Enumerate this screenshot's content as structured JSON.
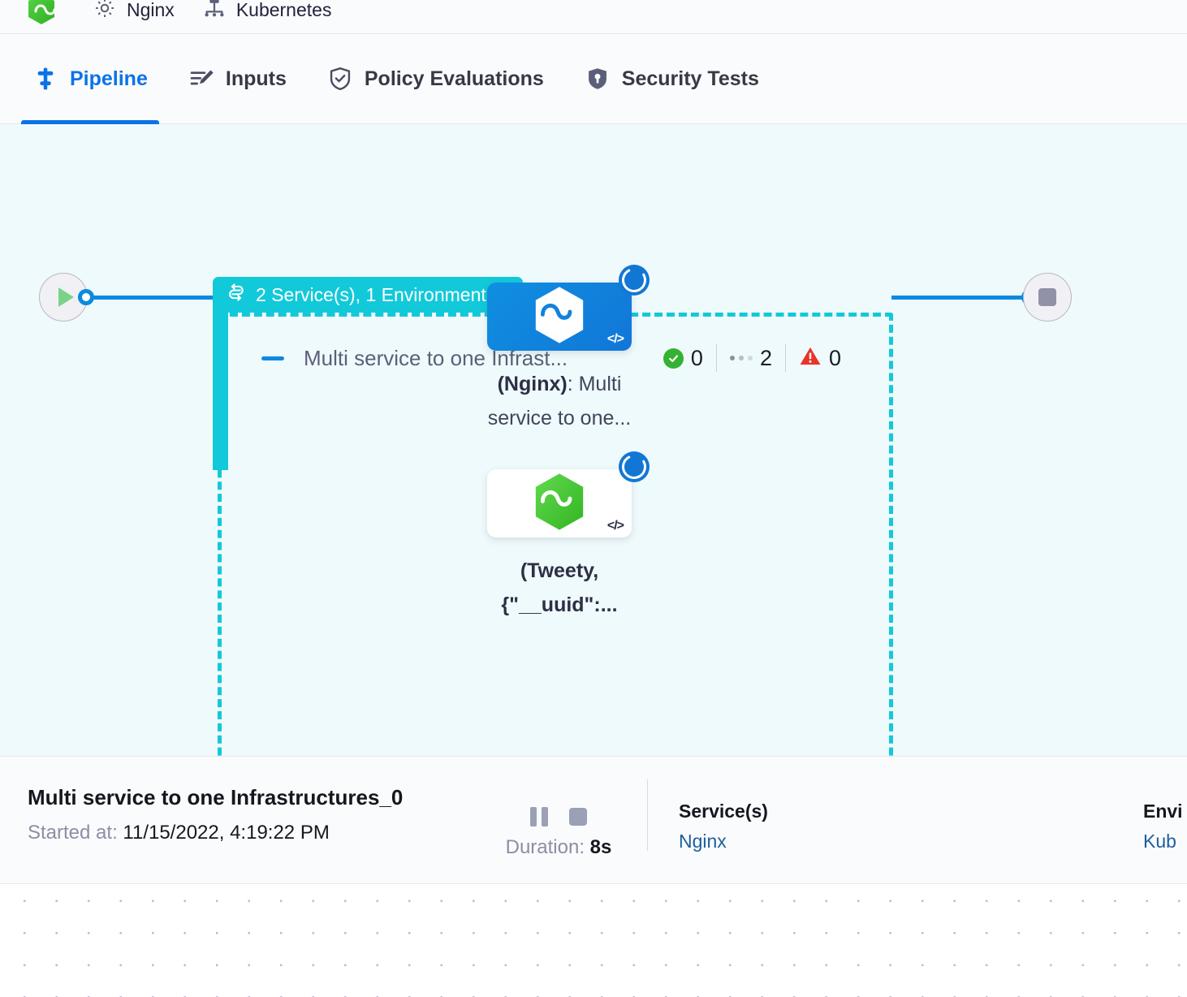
{
  "top_bar": {
    "items": [
      {
        "icon": "nginx-hexagon-logo",
        "label": ""
      },
      {
        "icon": "gear-icon",
        "label": "Nginx"
      },
      {
        "icon": "infrastructure-icon",
        "label": "Kubernetes"
      }
    ]
  },
  "tabs": [
    {
      "id": "pipeline",
      "label": "Pipeline",
      "icon": "pipeline-icon",
      "active": true
    },
    {
      "id": "inputs",
      "label": "Inputs",
      "icon": "inputs-icon",
      "active": false
    },
    {
      "id": "policy-evaluations",
      "label": "Policy Evaluations",
      "icon": "shield-check-icon",
      "active": false
    },
    {
      "id": "security-tests",
      "label": "Security Tests",
      "icon": "shield-lock-icon",
      "active": false
    }
  ],
  "pipeline": {
    "group_badge": {
      "icon": "loop-icon",
      "label": "2 Service(s), 1 Environment(s)"
    },
    "stage": {
      "title": "Multi service to one Infrast...",
      "collapse_icon": "minus-icon",
      "counters": [
        {
          "icon": "success-check-icon",
          "value": "0"
        },
        {
          "icon": "running-dots-icon",
          "value": "2"
        },
        {
          "icon": "warning-triangle-icon",
          "value": "0"
        }
      ]
    },
    "nodes": [
      {
        "id": "node-nginx",
        "tile_style": "blue",
        "logo": "nginx-hexagon-logo-white",
        "code_icon": "</>",
        "status_icon": "running-spinner-icon",
        "label_bold": "(Nginx)",
        "label_rest": ": Multi service to one..."
      },
      {
        "id": "node-tweety",
        "tile_style": "white",
        "logo": "nginx-hexagon-logo-green",
        "code_icon": "</>",
        "status_icon": "running-spinner-icon",
        "label_bold": "(Tweety, {\"__uuid\":...",
        "label_rest": ""
      }
    ],
    "start_node": {
      "icon": "play-icon"
    },
    "end_node": {
      "icon": "stop-icon"
    }
  },
  "detail": {
    "title": "Multi service to one Infrastructures_0",
    "started_label": "Started at:",
    "started_value": "11/15/2022, 4:19:22 PM",
    "pause_icon": "pause-icon",
    "stop_icon": "stop-icon",
    "duration_label": "Duration:",
    "duration_value": "8s",
    "services": {
      "heading": "Service(s)",
      "items": [
        "Nginx"
      ]
    },
    "environments": {
      "heading": "Envi",
      "items": [
        "Kub"
      ]
    }
  },
  "colors": {
    "accent_blue": "#0a73e7",
    "edge_blue": "#0d8ae0",
    "group_teal": "#12c9d9",
    "canvas_bg": "#effafc",
    "success_green": "#34b233",
    "error_red": "#e8342a",
    "link_blue": "#1b5f9e"
  }
}
